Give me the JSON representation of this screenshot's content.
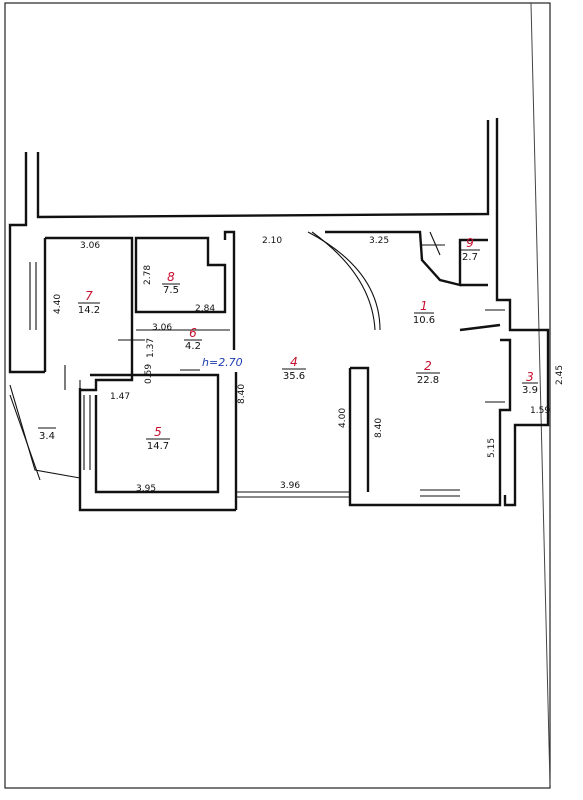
{
  "height_note": "h=2.70",
  "rooms": [
    {
      "number": "1",
      "area": "10.6"
    },
    {
      "number": "2",
      "area": "22.8"
    },
    {
      "number": "3",
      "area": "3.9"
    },
    {
      "number": "4",
      "area": "35.6"
    },
    {
      "number": "5",
      "area": "14.7"
    },
    {
      "number": "6",
      "area": "4.2"
    },
    {
      "number": "7",
      "area": "14.2"
    },
    {
      "number": "8",
      "area": "7.5"
    },
    {
      "number": "9",
      "area": "2.7"
    }
  ],
  "balcony_area": "3.4",
  "dimensions": {
    "d306_top": "3.06",
    "d440_left": "4.40",
    "d278": "2.78",
    "d284": "2.84",
    "d306_mid": "3.06",
    "d137": "1.37",
    "d059": "0.59",
    "d147": "1.47",
    "d840_left": "8.40",
    "d395": "3.95",
    "d210": "2.10",
    "d325": "3.25",
    "d400": "4.00",
    "d396": "3.96",
    "d840_right": "8.40",
    "d515": "5.15",
    "d245": "2.45",
    "d159": "1.59"
  },
  "colors": {
    "room_number": "#c8102e",
    "height_note": "#1a3bb0",
    "lines": "#111111"
  }
}
